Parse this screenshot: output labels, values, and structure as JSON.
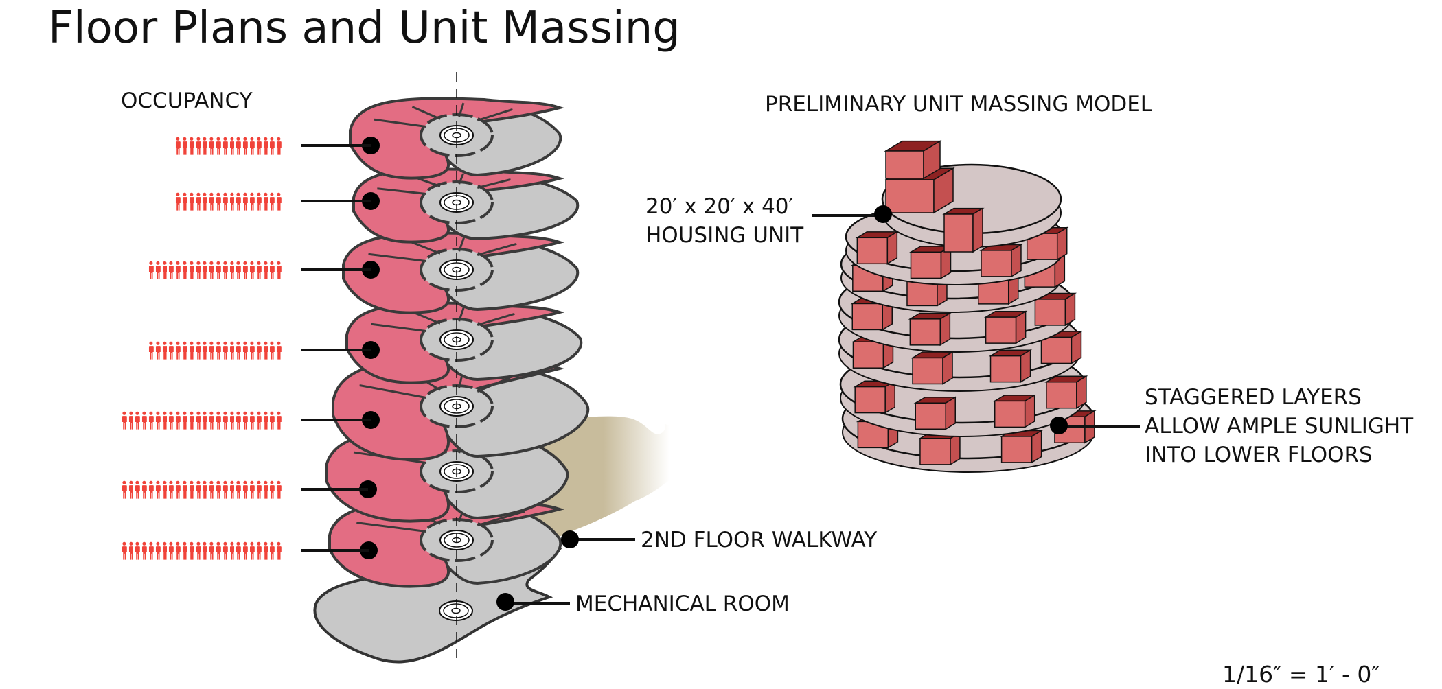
{
  "title": "Floor Plans and Unit Massing",
  "occupancy": {
    "label": "OCCUPANCY",
    "icon": "person-icon",
    "icon_color": "#f0433a",
    "rows": [
      {
        "floor": 7,
        "count": 16
      },
      {
        "floor": 6,
        "count": 16
      },
      {
        "floor": 5,
        "count": 20
      },
      {
        "floor": 4,
        "count": 20
      },
      {
        "floor": 3,
        "count": 24
      },
      {
        "floor": 2,
        "count": 24
      },
      {
        "floor": 1,
        "count": 24
      }
    ]
  },
  "floor_plans": {
    "unit_color": "#e36d83",
    "core_color": "#c8c8c8",
    "walkway_color": "#c8bc9c",
    "wall_color": "#3a3a3a",
    "labels": {
      "walkway": "2ND FLOOR WALKWAY",
      "mechanical": "MECHANICAL ROOM"
    }
  },
  "massing": {
    "title": "PRELIMINARY UNIT MASSING MODEL",
    "unit_label_line1": "20′ x 20′ x 40′",
    "unit_label_line2": "HOUSING UNIT",
    "layers_label_line1": "STAGGERED LAYERS",
    "layers_label_line2": "ALLOW AMPLE SUNLIGHT",
    "layers_label_line3": "INTO LOWER FLOORS",
    "disc_color": "#d4c6c6",
    "box_light": "#dc6e6e",
    "box_mid": "#c45050",
    "box_dark": "#8e2222"
  },
  "scale": "1/16″ = 1′ - 0″"
}
